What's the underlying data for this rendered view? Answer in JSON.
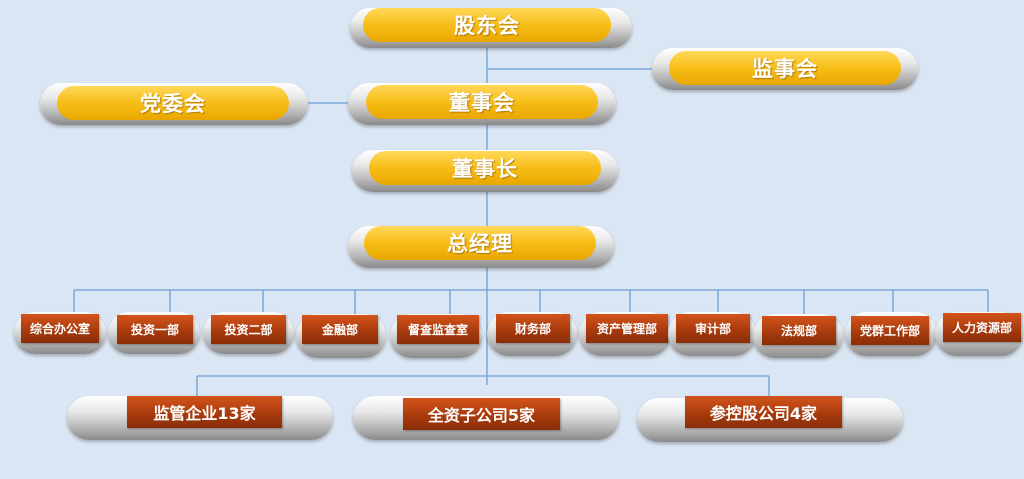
{
  "top": {
    "shareholders": "股东会",
    "supervisors": "监事会",
    "party_committee": "党委会",
    "board": "董事会",
    "chairman": "董事长",
    "general_manager": "总经理"
  },
  "departments": [
    "综合办公室",
    "投资一部",
    "投资二部",
    "金融部",
    "督查监查室",
    "财务部",
    "资产管理部",
    "审计部",
    "法规部",
    "党群工作部",
    "人力资源部"
  ],
  "subsidiaries": [
    "监管企业13家",
    "全资子公司5家",
    "参控股公司4家"
  ],
  "colors": {
    "background": "#dbe6f4",
    "line": "#6a9fd8",
    "gold": "#f7bd17",
    "red": "#a83b0d"
  }
}
